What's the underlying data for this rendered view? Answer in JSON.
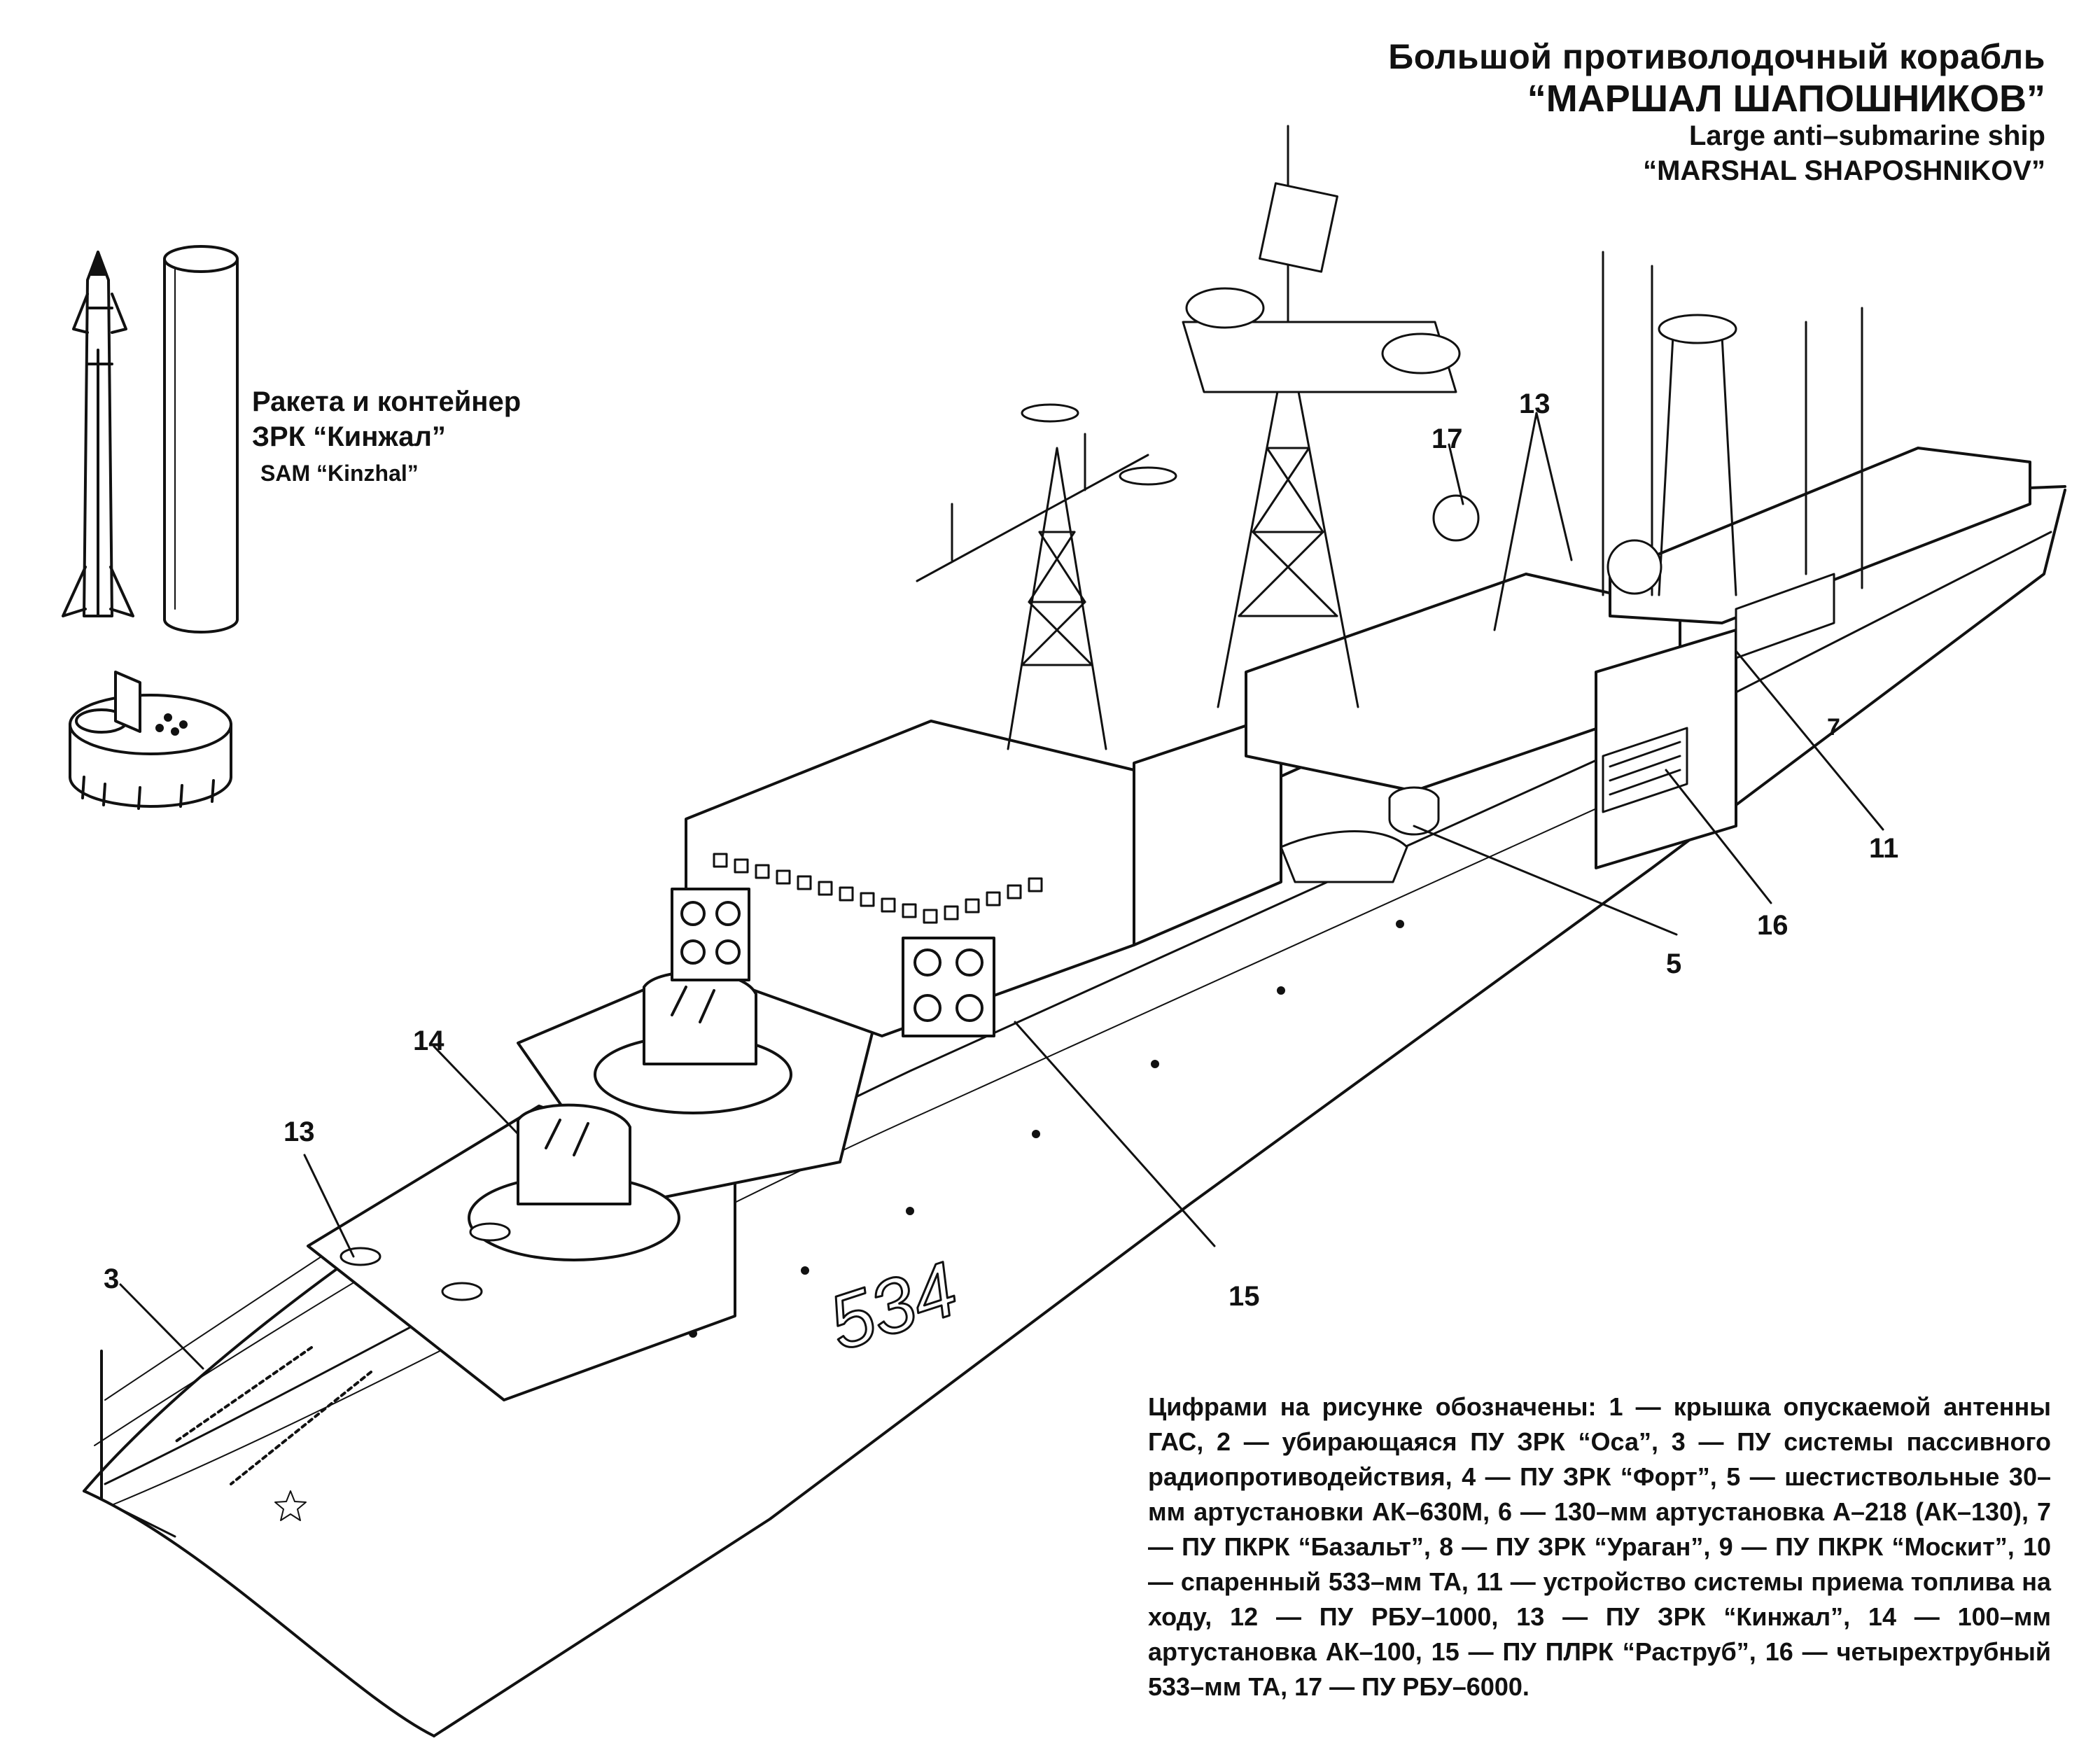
{
  "title": {
    "ru_line1": "Большой противолодочный корабль",
    "ru_line2": "“МАРШАЛ ШАПОШНИКОВ”",
    "en_line1": "Large anti–submarine ship",
    "en_line2": "“MARSHAL SHAPOSHNIKOV”"
  },
  "inset": {
    "ru_line1": "Ракета и контейнер",
    "ru_line2": "ЗРК “Кинжал”",
    "en_line": "SAM “Kinzhal”"
  },
  "hull_number": "534",
  "callouts": [
    {
      "id": "c3",
      "label": "3"
    },
    {
      "id": "c13a",
      "label": "13"
    },
    {
      "id": "c14",
      "label": "14"
    },
    {
      "id": "c15",
      "label": "15"
    },
    {
      "id": "c13b",
      "label": "13"
    },
    {
      "id": "c17",
      "label": "17"
    },
    {
      "id": "c5",
      "label": "5"
    },
    {
      "id": "c16",
      "label": "16"
    },
    {
      "id": "c11",
      "label": "11"
    },
    {
      "id": "c7",
      "label": "7"
    }
  ],
  "legend": "Цифрами на рисунке обозначены: 1 — крышка опускаемой антенны ГАС, 2 — убирающаяся ПУ ЗРК “Оса”, 3 — ПУ системы пассивного радиопротиводействия, 4 — ПУ ЗРК “Форт”, 5 — шестиствольные 30–мм артустановки АК–630М, 6 — 130–мм артустановка А–218 (АК–130), 7 — ПУ ПКРК “Базальт”, 8 — ПУ ЗРК “Ураган”, 9 — ПУ ПКРК “Москит”, 10 — спаренный 533–мм ТА, 11 — устройство системы приема топлива на ходу, 12 — ПУ РБУ–1000, 13 — ПУ ЗРК “Кинжал”, 14 — 100–мм артустановка АК–100, 15 — ПУ ПЛРК “Раструб”, 16 — четырехтрубный 533–мм ТА, 17 — ПУ РБУ–6000."
}
